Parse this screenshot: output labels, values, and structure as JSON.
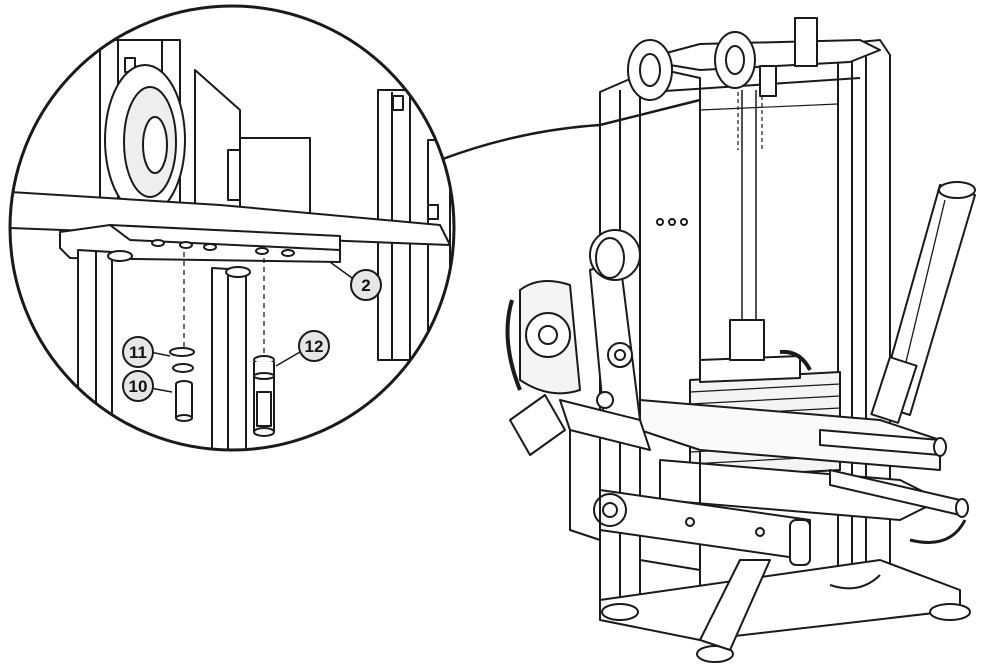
{
  "diagram": {
    "callouts": [
      {
        "id": "c2",
        "label": "2"
      },
      {
        "id": "c11",
        "label": "11"
      },
      {
        "id": "c10",
        "label": "10"
      },
      {
        "id": "c12",
        "label": "12"
      }
    ],
    "colors": {
      "line": "#1a1a1a",
      "fill": "#ffffff",
      "shade": "#e6e6e6",
      "dark": "#2a2a2a"
    }
  }
}
